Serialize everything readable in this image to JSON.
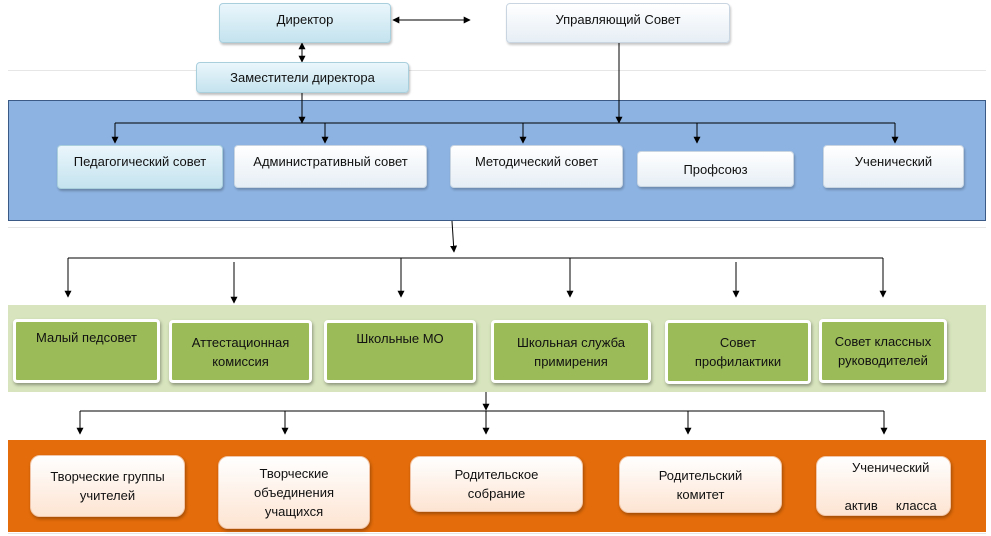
{
  "top": {
    "director": "Директор",
    "governing_council": "Управляющий Совет",
    "deputies": "Заместители директора"
  },
  "tier1": [
    "Педагогический совет",
    "Административный совет",
    "Методический совет",
    "Профсоюз",
    "Ученический"
  ],
  "tier2": [
    [
      "Малый педсовет"
    ],
    [
      "Аттестационная",
      "комиссия"
    ],
    [
      "Школьные  МО"
    ],
    [
      "Школьная служба",
      "примирения"
    ],
    [
      "Совет",
      "профилактики"
    ],
    [
      "Совет классных",
      "руководителей"
    ]
  ],
  "tier3": [
    [
      "Творческие группы",
      "учителей"
    ],
    [
      "Творческие",
      "объединения",
      "учащихся"
    ],
    [
      "Родительское",
      "собрание"
    ],
    [
      "Родительский",
      "комитет"
    ],
    [
      "Ученический",
      "актив     класса"
    ]
  ]
}
